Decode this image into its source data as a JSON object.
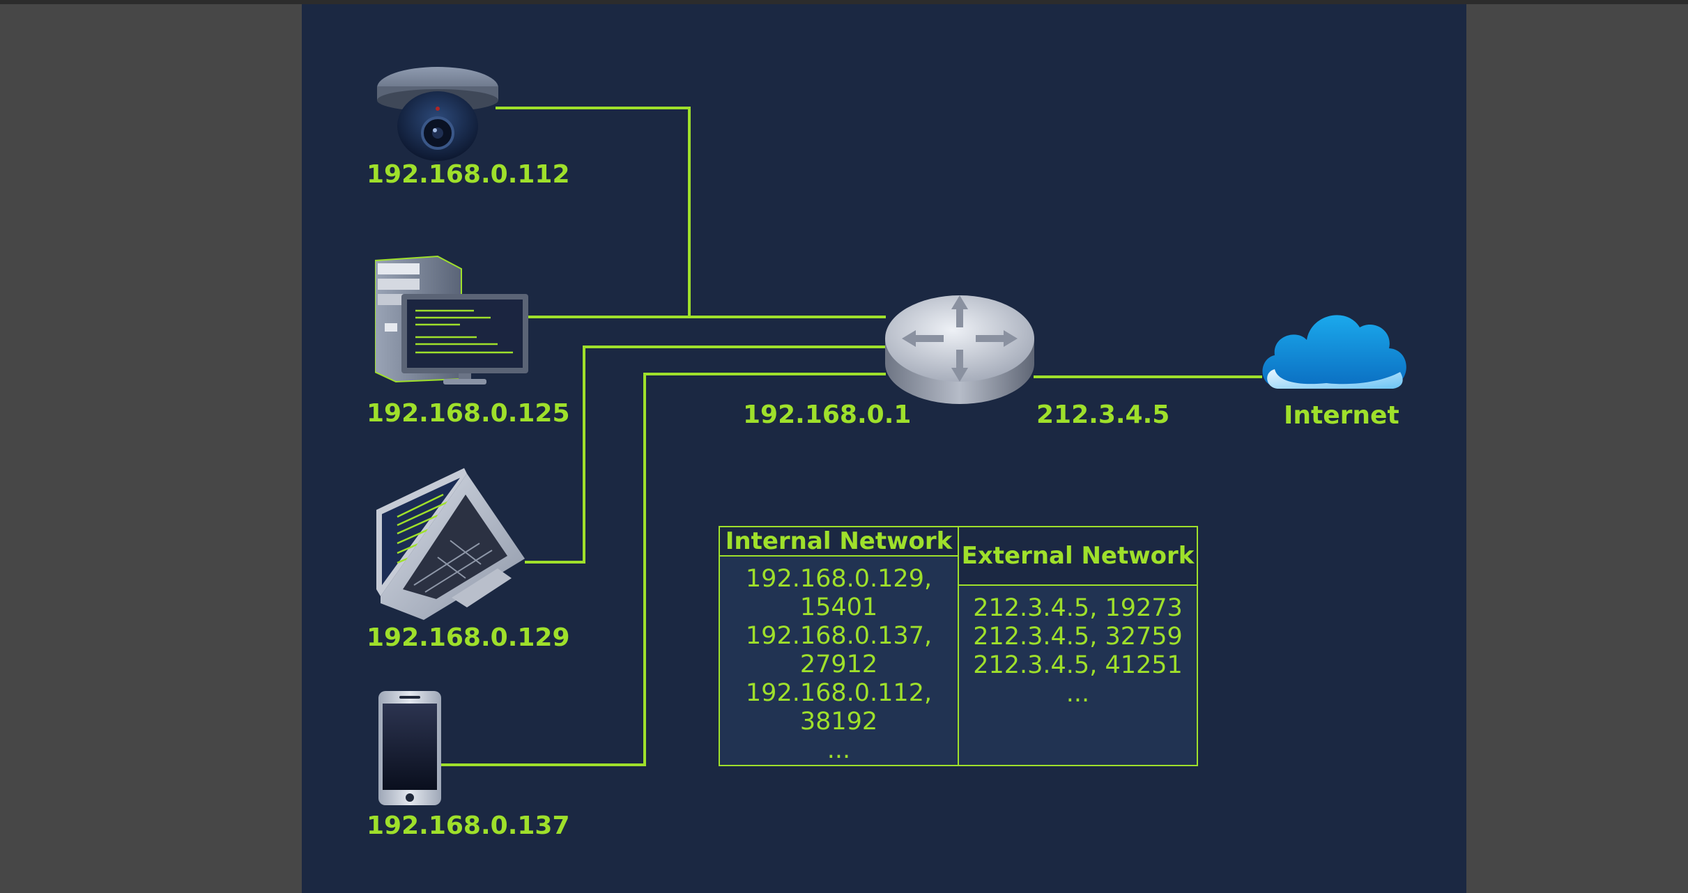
{
  "colors": {
    "background": "#474747",
    "slide": "#1b2842",
    "accent": "#9fe02b",
    "table_body": "#213352"
  },
  "devices": {
    "camera": {
      "icon": "security-camera-icon",
      "ip": "192.168.0.112"
    },
    "desktop": {
      "icon": "desktop-computer-icon",
      "ip": "192.168.0.125"
    },
    "laptop": {
      "icon": "laptop-icon",
      "ip": "192.168.0.129"
    },
    "phone": {
      "icon": "smartphone-icon",
      "ip": "192.168.0.137"
    }
  },
  "router": {
    "icon": "router-icon",
    "internal_ip": "192.168.0.1",
    "external_ip": "212.3.4.5"
  },
  "internet": {
    "icon": "cloud-icon",
    "label": "Internet"
  },
  "nat_table": {
    "headers": [
      "Internal Network",
      "External Network"
    ],
    "internal": [
      "192.168.0.129, 15401",
      "192.168.0.137, 27912",
      "192.168.0.112, 38192",
      "..."
    ],
    "external": [
      "212.3.4.5, 19273",
      "212.3.4.5, 32759",
      "212.3.4.5, 41251",
      "..."
    ]
  }
}
